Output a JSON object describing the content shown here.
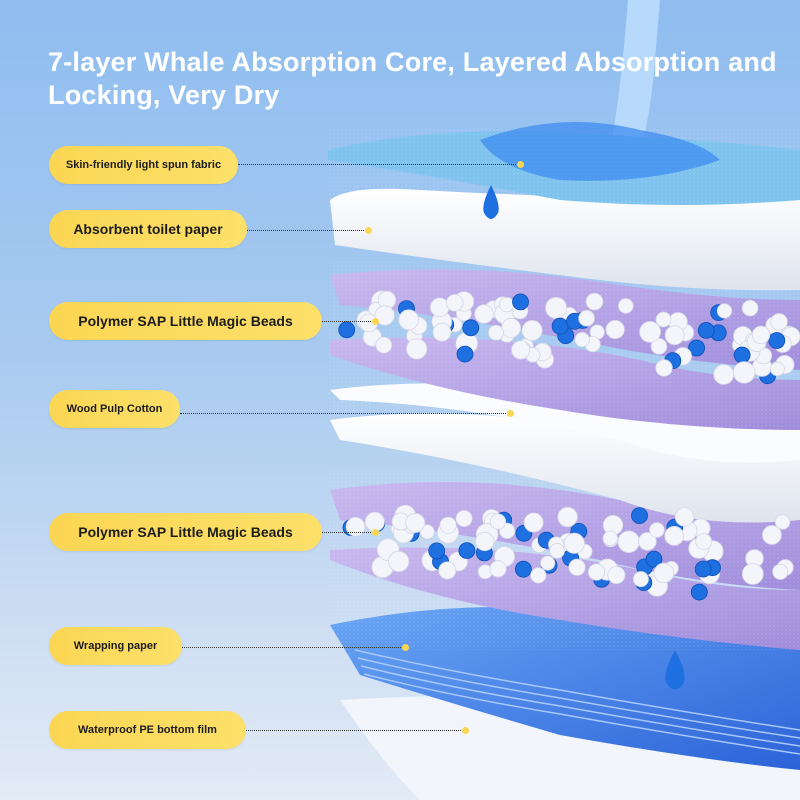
{
  "title": "7-layer Whale Absorption Core, Layered Absorption and Locking, Very Dry",
  "layers": [
    {
      "label": "Skin-friendly light spun fabric"
    },
    {
      "label": "Absorbent toilet paper"
    },
    {
      "label": "Polymer SAP Little Magic Beads"
    },
    {
      "label": "Wood Pulp Cotton"
    },
    {
      "label": "Polymer SAP Little Magic Beads"
    },
    {
      "label": "Wrapping paper"
    },
    {
      "label": "Waterproof PE bottom film"
    }
  ],
  "colors": {
    "pill": "#fbd653",
    "fabric": "#7ec3ee",
    "sap": "#b9a6e6",
    "bead_blue": "#1e6fe0",
    "film": "#3d7ee8"
  }
}
